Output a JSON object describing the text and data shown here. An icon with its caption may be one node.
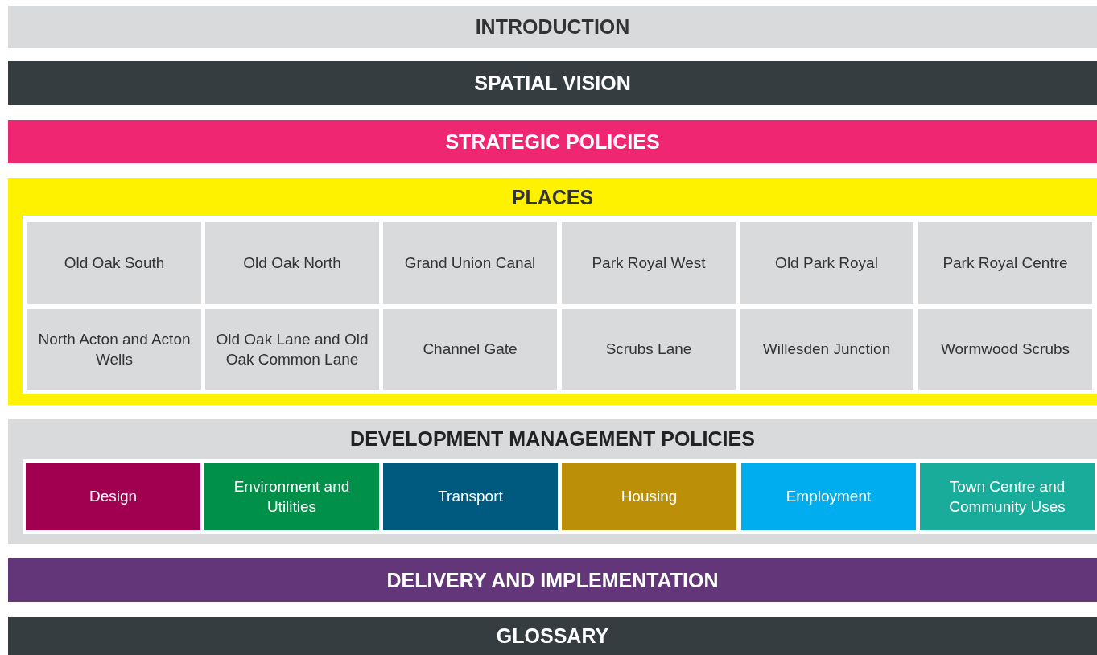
{
  "diagram": {
    "nodes": [
      {
        "text": [
          "INTRODUCTION"
        ]
      },
      {
        "text": [
          "SPATIAL VISION"
        ]
      },
      {
        "text": [
          "STRATEGIC POLICIES"
        ]
      },
      {
        "text": [
          "PLACES"
        ]
      },
      {
        "text": [
          "Old Oak South"
        ],
        "in": 3
      },
      {
        "text": [
          "Old Oak North"
        ],
        "in": 3
      },
      {
        "text": [
          "Grand Union Canal"
        ],
        "in": 3
      },
      {
        "text": [
          "Park Royal West"
        ],
        "in": 3
      },
      {
        "text": [
          "Old Park Royal"
        ],
        "in": 3
      },
      {
        "text": [
          "Park Royal Centre"
        ],
        "in": 3
      },
      {
        "text": [
          "North Acton and Acton Wells"
        ],
        "in": 3
      },
      {
        "text": [
          "Old Oak Lane and Old Oak Common Lane"
        ],
        "in": 3
      },
      {
        "text": [
          "Channel Gate"
        ],
        "in": 3
      },
      {
        "text": [
          "Scrubs Lane"
        ],
        "in": 3
      },
      {
        "text": [
          "Willesden Junction"
        ],
        "in": 3
      },
      {
        "text": [
          "Wormwood Scrubs"
        ],
        "in": 3
      },
      {
        "text": [
          "DEVELOPMENT MANAGEMENT POLICIES"
        ]
      },
      {
        "text": [
          "Design"
        ],
        "in": 16
      },
      {
        "text": [
          "Environment and Utilities"
        ],
        "in": 16
      },
      {
        "text": [
          "Transport"
        ],
        "in": 16
      },
      {
        "text": [
          "Housing"
        ],
        "in": 16
      },
      {
        "text": [
          "Employment"
        ],
        "in": 16
      },
      {
        "text": [
          "Town Centre and Community Uses"
        ],
        "in": 16
      },
      {
        "text": [
          "DELIVERY AND IMPLEMENTATION"
        ]
      },
      {
        "text": [
          "GLOSSARY"
        ]
      }
    ]
  }
}
